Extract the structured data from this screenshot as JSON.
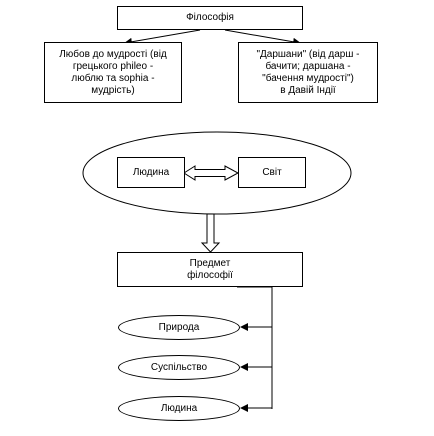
{
  "nodes": {
    "philosophy": "Філософія",
    "love_of_wisdom": "Любов до мудрості (від\nгрецького phileo -\nлюблю та sophia -\nмудрість)",
    "darshani": "\"Даршани\" (від дарш -\nбачити; даршана -\n\"бачення мудрості\")\nв Давій Індії",
    "human_top": "Людина",
    "world": "Світ",
    "subject": "Предмет\nфілософії",
    "nature": "Природа",
    "society": "Суспільство",
    "human_bottom": "Людина"
  }
}
